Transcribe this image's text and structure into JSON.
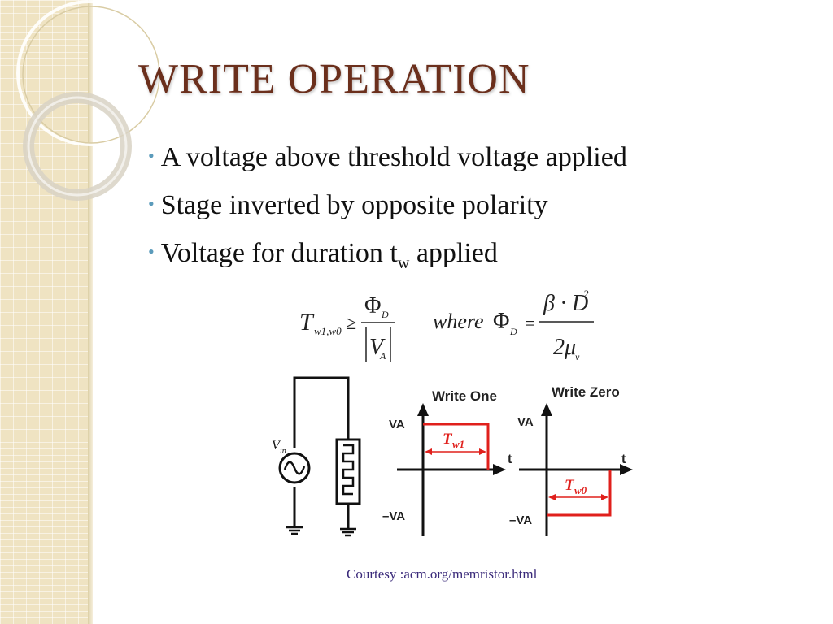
{
  "slide": {
    "title": "WRITE OPERATION",
    "bullets": [
      {
        "text": "A voltage above threshold voltage applied"
      },
      {
        "text": "Stage inverted by opposite polarity"
      },
      {
        "text": "Voltage for duration t",
        "subscript": "w",
        "suffix": " applied"
      }
    ],
    "courtesy": "Courtesy :acm.org/memristor.html"
  },
  "equation": {
    "lhs_symbol": "T",
    "lhs_subscript": "w1,w0",
    "relation": "≥",
    "numerator": "Φ",
    "numerator_subscript": "D",
    "denominator": "V",
    "denominator_subscript": "A",
    "where_label": "where",
    "rhs_symbol": "Φ",
    "rhs_subscript": "D",
    "equals": "=",
    "rhs_numerator": "β · D",
    "rhs_numerator_superscript": "2",
    "rhs_denominator": "2μ",
    "rhs_denominator_subscript": "v"
  },
  "figure": {
    "source_label": "V",
    "source_subscript": "in",
    "write_one_label": "Write One",
    "write_zero_label": "Write Zero",
    "va_label": "VA",
    "neg_va_label": "–VA",
    "t_label": "t",
    "tw1_label": "T",
    "tw1_subscript": "w1",
    "tw0_label": "T",
    "tw0_subscript": "w0"
  },
  "colors": {
    "title": "#6b2f1c",
    "bullet": "#5b9bbb",
    "pulse": "#e0201c",
    "sidebar": "#efe3c2"
  }
}
